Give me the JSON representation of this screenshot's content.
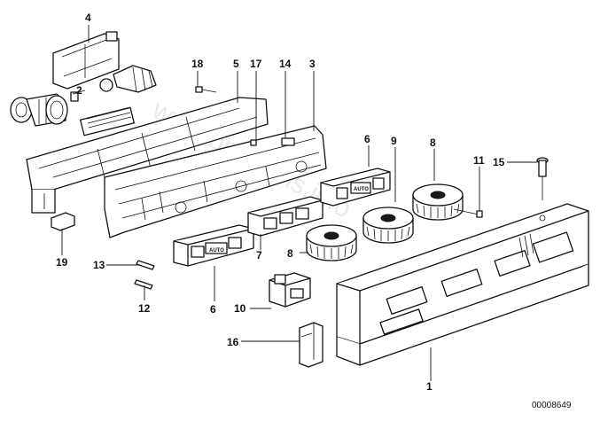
{
  "diagram": {
    "reference_number": "00008649",
    "watermark": "www.bmwfans.info",
    "button_label": "AUTO",
    "callouts": [
      {
        "id": "c1",
        "label": "1"
      },
      {
        "id": "c2",
        "label": "2"
      },
      {
        "id": "c3",
        "label": "3"
      },
      {
        "id": "c4",
        "label": "4"
      },
      {
        "id": "c5",
        "label": "5"
      },
      {
        "id": "c6a",
        "label": "6"
      },
      {
        "id": "c6b",
        "label": "6"
      },
      {
        "id": "c7",
        "label": "7"
      },
      {
        "id": "c8a",
        "label": "8"
      },
      {
        "id": "c8b",
        "label": "8"
      },
      {
        "id": "c9",
        "label": "9"
      },
      {
        "id": "c10",
        "label": "10"
      },
      {
        "id": "c11",
        "label": "11"
      },
      {
        "id": "c12",
        "label": "12"
      },
      {
        "id": "c13",
        "label": "13"
      },
      {
        "id": "c14",
        "label": "14"
      },
      {
        "id": "c15",
        "label": "15"
      },
      {
        "id": "c16",
        "label": "16"
      },
      {
        "id": "c17",
        "label": "17"
      },
      {
        "id": "c18",
        "label": "18"
      },
      {
        "id": "c19",
        "label": "19"
      }
    ]
  }
}
